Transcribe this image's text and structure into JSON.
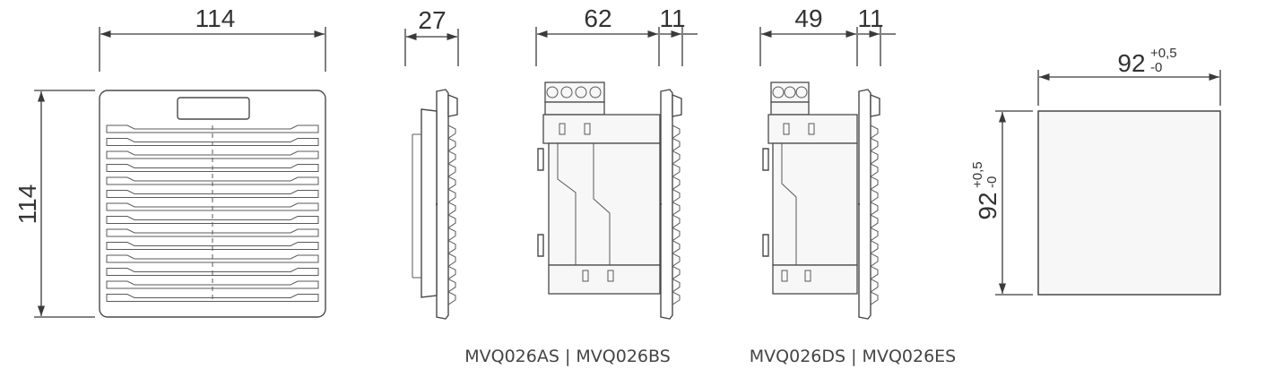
{
  "front_view": {
    "width_label": "114",
    "height_label": "114"
  },
  "side_view": {
    "depth_label": "27"
  },
  "filter_view_as_bs": {
    "depth_label": "62",
    "offset_label": "11",
    "caption": "MVQ026AS | MVQ026BS"
  },
  "filter_view_ds_es": {
    "depth_label": "49",
    "offset_label": "11",
    "caption": "MVQ026DS | MVQ026ES"
  },
  "cutout": {
    "width_label": "92",
    "height_label": "92",
    "tolerance_upper": "+0,5",
    "tolerance_lower": "-0"
  },
  "colors": {
    "line": "#3a3a3a",
    "fill": "#f7f7f7",
    "text": "#333333"
  }
}
